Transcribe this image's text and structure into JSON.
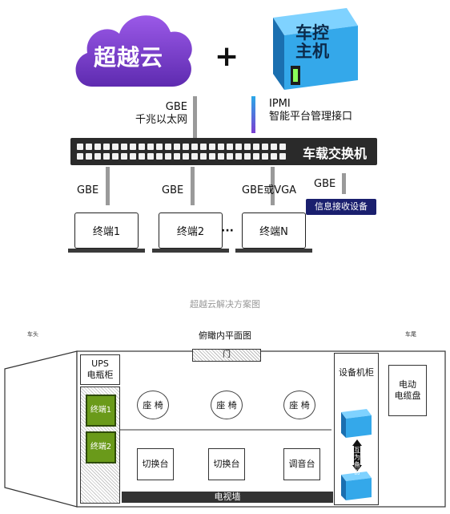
{
  "cloud": {
    "label": "超越云",
    "color": "#7a3fd1"
  },
  "plus": "+",
  "host": {
    "label_line1": "车控",
    "label_line2": "主机",
    "color": "#2a9fe0"
  },
  "links": {
    "gbe_top": {
      "line1": "GBE",
      "line2": "千兆以太网"
    },
    "ipmi": {
      "line1": "IPMI",
      "line2": "智能平台管理接口"
    }
  },
  "switch": {
    "label": "车载交换机"
  },
  "terminals": [
    {
      "link": "GBE",
      "name": "终端1"
    },
    {
      "link": "GBE",
      "name": "终端2"
    },
    {
      "link": "GBE或VGA",
      "name": "终端N"
    }
  ],
  "ellipsis": "···",
  "receiver": {
    "link": "GBE",
    "label": "信息接收设备"
  },
  "caption": "超越云解决方案图",
  "floorplan": {
    "front": "车头",
    "rear": "车尾",
    "title": "俯瞰内平面图",
    "door": "门",
    "ups": "UPS\n电瓶柜",
    "term1": "终端1",
    "term2": "终端2",
    "seats": [
      "座 椅",
      "座 椅",
      "座 椅"
    ],
    "consoles": [
      "切换台",
      "切换台",
      "调音台"
    ],
    "tv_wall": "电视墙",
    "cabinet": "设备机柜",
    "backup": "互为备份",
    "cable_reel": "电动\n电缆盘"
  }
}
